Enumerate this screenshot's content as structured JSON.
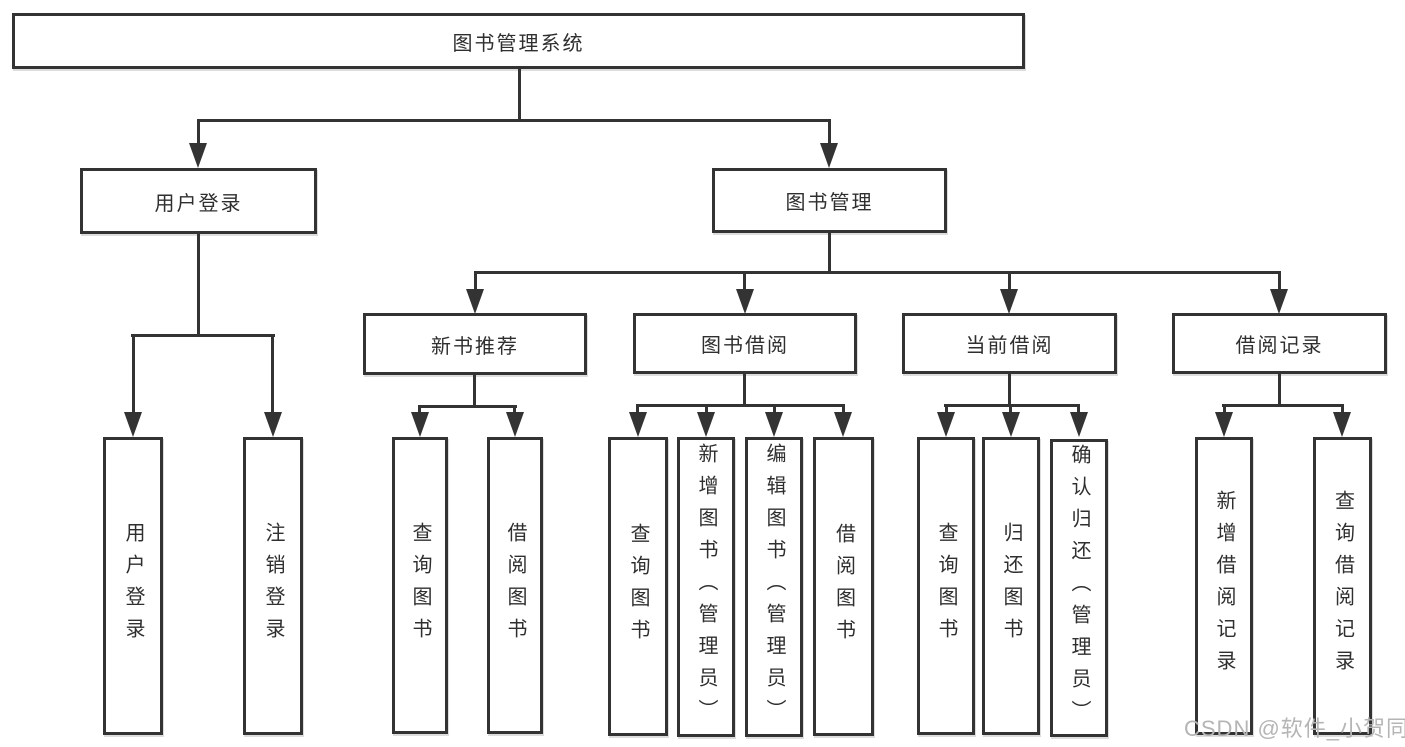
{
  "diagram": {
    "root": {
      "label": "图书管理系统"
    },
    "branches": [
      {
        "label": "用户登录",
        "children": [
          {
            "label": "用户登录"
          },
          {
            "label": "注销登录"
          }
        ]
      },
      {
        "label": "图书管理",
        "sections": [
          {
            "label": "新书推荐",
            "children": [
              {
                "label": "查询图书"
              },
              {
                "label": "借阅图书"
              }
            ]
          },
          {
            "label": "图书借阅",
            "children": [
              {
                "label": "查询图书"
              },
              {
                "label": "新增图书（管理员）"
              },
              {
                "label": "编辑图书（管理员）"
              },
              {
                "label": "借阅图书"
              }
            ]
          },
          {
            "label": "当前借阅",
            "children": [
              {
                "label": "查询图书"
              },
              {
                "label": "归还图书"
              },
              {
                "label": "确认归还（管理员）"
              }
            ]
          },
          {
            "label": "借阅记录",
            "children": [
              {
                "label": "新增借阅记录"
              },
              {
                "label": "查询借阅记录"
              }
            ]
          }
        ]
      }
    ],
    "watermark": "CSDN @软件_小贺同学"
  },
  "theme": {
    "line_color": "#333333",
    "text_color": "#2f2f2f",
    "watermark_color": "#b5b5b5",
    "background": "#ffffff"
  }
}
